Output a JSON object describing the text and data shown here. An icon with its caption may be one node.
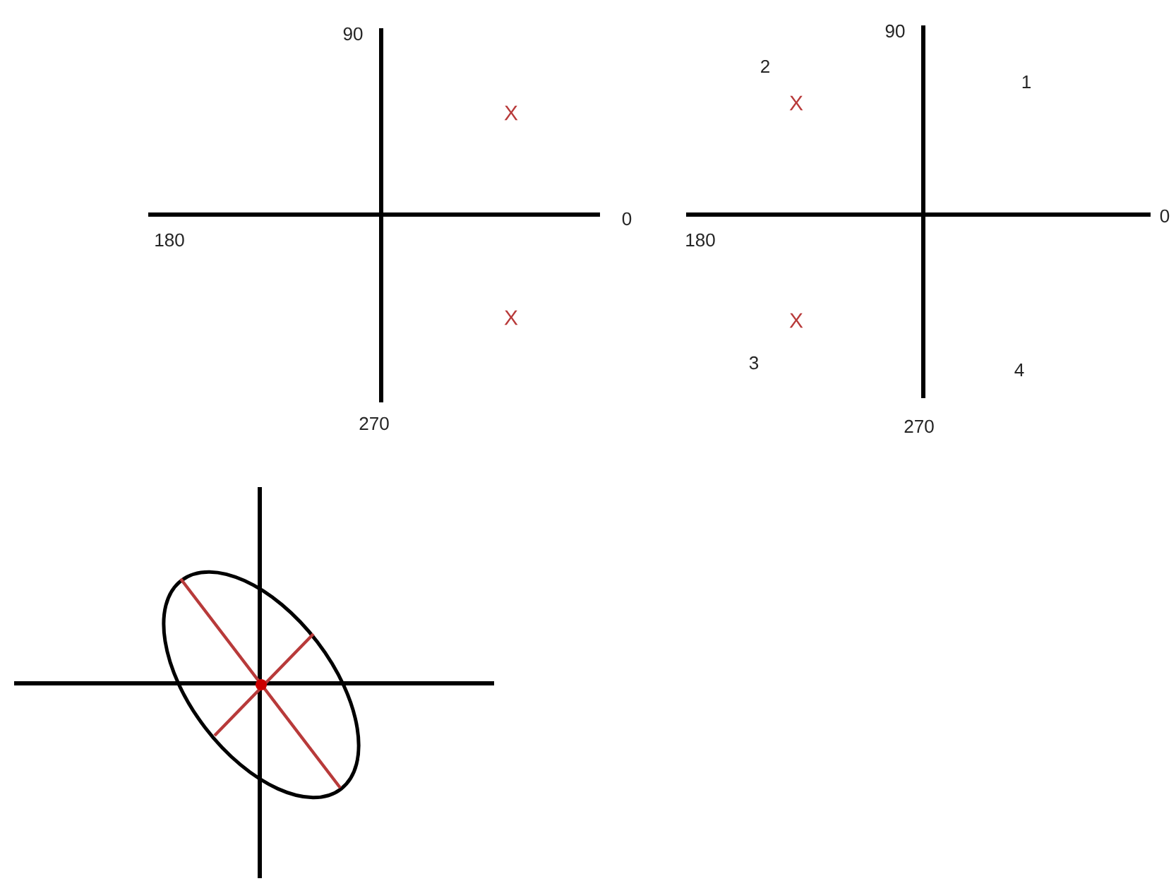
{
  "diagram": {
    "labels": [
      "90",
      "X",
      "0",
      "180",
      "X",
      "270",
      "90",
      "2",
      "1",
      "X",
      "0",
      "180",
      "X",
      "3",
      "4",
      "270"
    ]
  }
}
